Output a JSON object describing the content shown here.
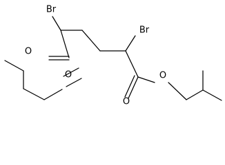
{
  "molecule": {
    "atoms": {
      "br_left": "Br",
      "br_right": "Br",
      "o_carbonyl_left": "O",
      "o_ester_left": "O",
      "o_carbonyl_right": "O",
      "o_ester_right": "O"
    }
  }
}
